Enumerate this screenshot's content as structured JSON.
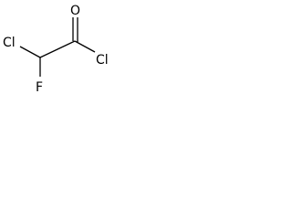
{
  "molecule": {
    "atoms": {
      "cl_left": "Cl",
      "fluorine": "F",
      "oxygen": "O",
      "cl_right": "Cl"
    },
    "bonds": [
      {
        "name": "bond-cl-c1",
        "from": "cl_left",
        "to": "c1",
        "order": 1
      },
      {
        "name": "bond-c1-f",
        "from": "c1",
        "to": "fluorine",
        "order": 1
      },
      {
        "name": "bond-c1-c2",
        "from": "c1",
        "to": "c2",
        "order": 1
      },
      {
        "name": "bond-c2-o",
        "from": "c2",
        "to": "oxygen",
        "order": 2
      },
      {
        "name": "bond-c2-cl",
        "from": "c2",
        "to": "cl_right",
        "order": 1
      }
    ]
  }
}
